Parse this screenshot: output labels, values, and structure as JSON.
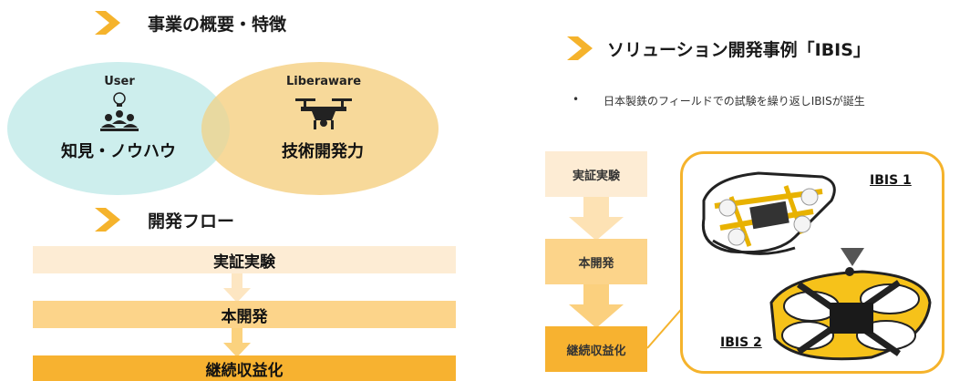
{
  "left": {
    "section1_title": "事業の概要・特徴",
    "venn": {
      "left_caption": "User",
      "left_label": "知見・ノウハウ",
      "left_icon": "users-lightbulb-icon",
      "right_caption": "Liberaware",
      "right_label": "技術開発力",
      "right_icon": "drone-icon",
      "colors": {
        "left": "#cdeeed",
        "right": "#f7d99a",
        "overlap": "#e8d9a0"
      }
    },
    "section2_title": "開発フロー",
    "flow": [
      {
        "label": "実証実験",
        "color": "#fdecd4"
      },
      {
        "label": "本開発",
        "color": "#fcd48a"
      },
      {
        "label": "継続収益化",
        "color": "#f7b230"
      }
    ]
  },
  "right": {
    "title": "ソリューション開発事例「IBIS」",
    "bullet": "日本製鉄のフィールドでの試験を繰り返しIBISが誕生",
    "flow": [
      {
        "label": "実証実験",
        "color": "#fdecd4"
      },
      {
        "label": "本開発",
        "color": "#fcd48a"
      },
      {
        "label": "継続収益化",
        "color": "#f7b230"
      }
    ],
    "ibis1_label": "IBIS 1",
    "ibis2_label": "IBIS 2"
  },
  "colors": {
    "accent": "#f5b32c",
    "frame": "#f5b32c"
  }
}
